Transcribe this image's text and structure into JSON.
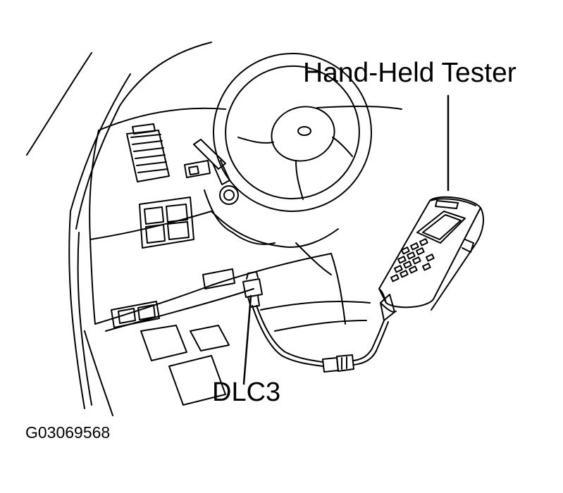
{
  "callouts": {
    "tester_label": "Hand-Held Tester",
    "dlc3_label": "DLC3"
  },
  "figure_code": "G03069568",
  "colors": {
    "line": "#000000",
    "background": "#ffffff"
  }
}
